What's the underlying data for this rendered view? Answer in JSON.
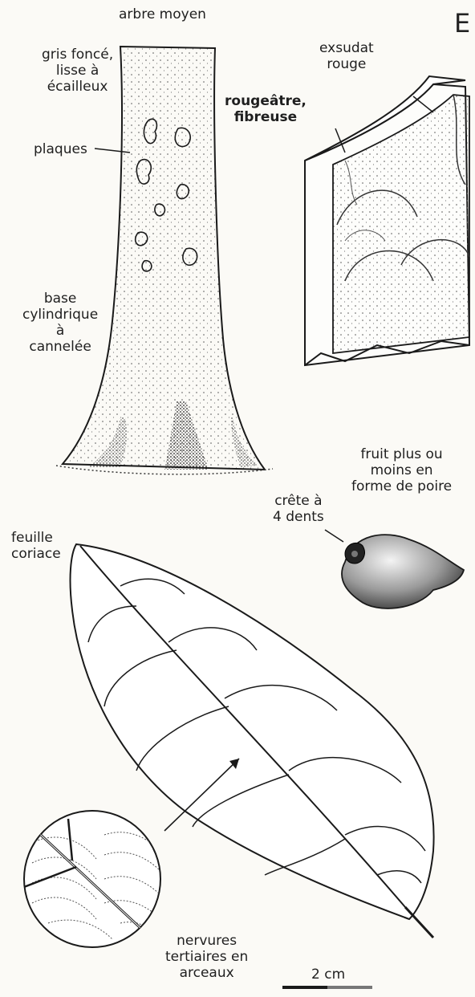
{
  "plate_letter": "E",
  "labels": {
    "tree": "arbre moyen",
    "bark_color": [
      "gris foncé,",
      "lisse à",
      "écailleux"
    ],
    "patches": "plaques",
    "base": [
      "base",
      "cylindrique",
      "à",
      "cannelée"
    ],
    "exudate": [
      "exsudat",
      "rouge"
    ],
    "slash": [
      "rougeâtre,",
      "fibreuse"
    ],
    "fruit": [
      "fruit plus ou",
      "moins en",
      "forme de poire"
    ],
    "crest": [
      "crête à",
      "4 dents"
    ],
    "leaf": [
      "feuille",
      "coriace"
    ],
    "veins": [
      "nervures",
      "tertiaires en",
      "arceaux"
    ],
    "scale": "2 cm"
  }
}
